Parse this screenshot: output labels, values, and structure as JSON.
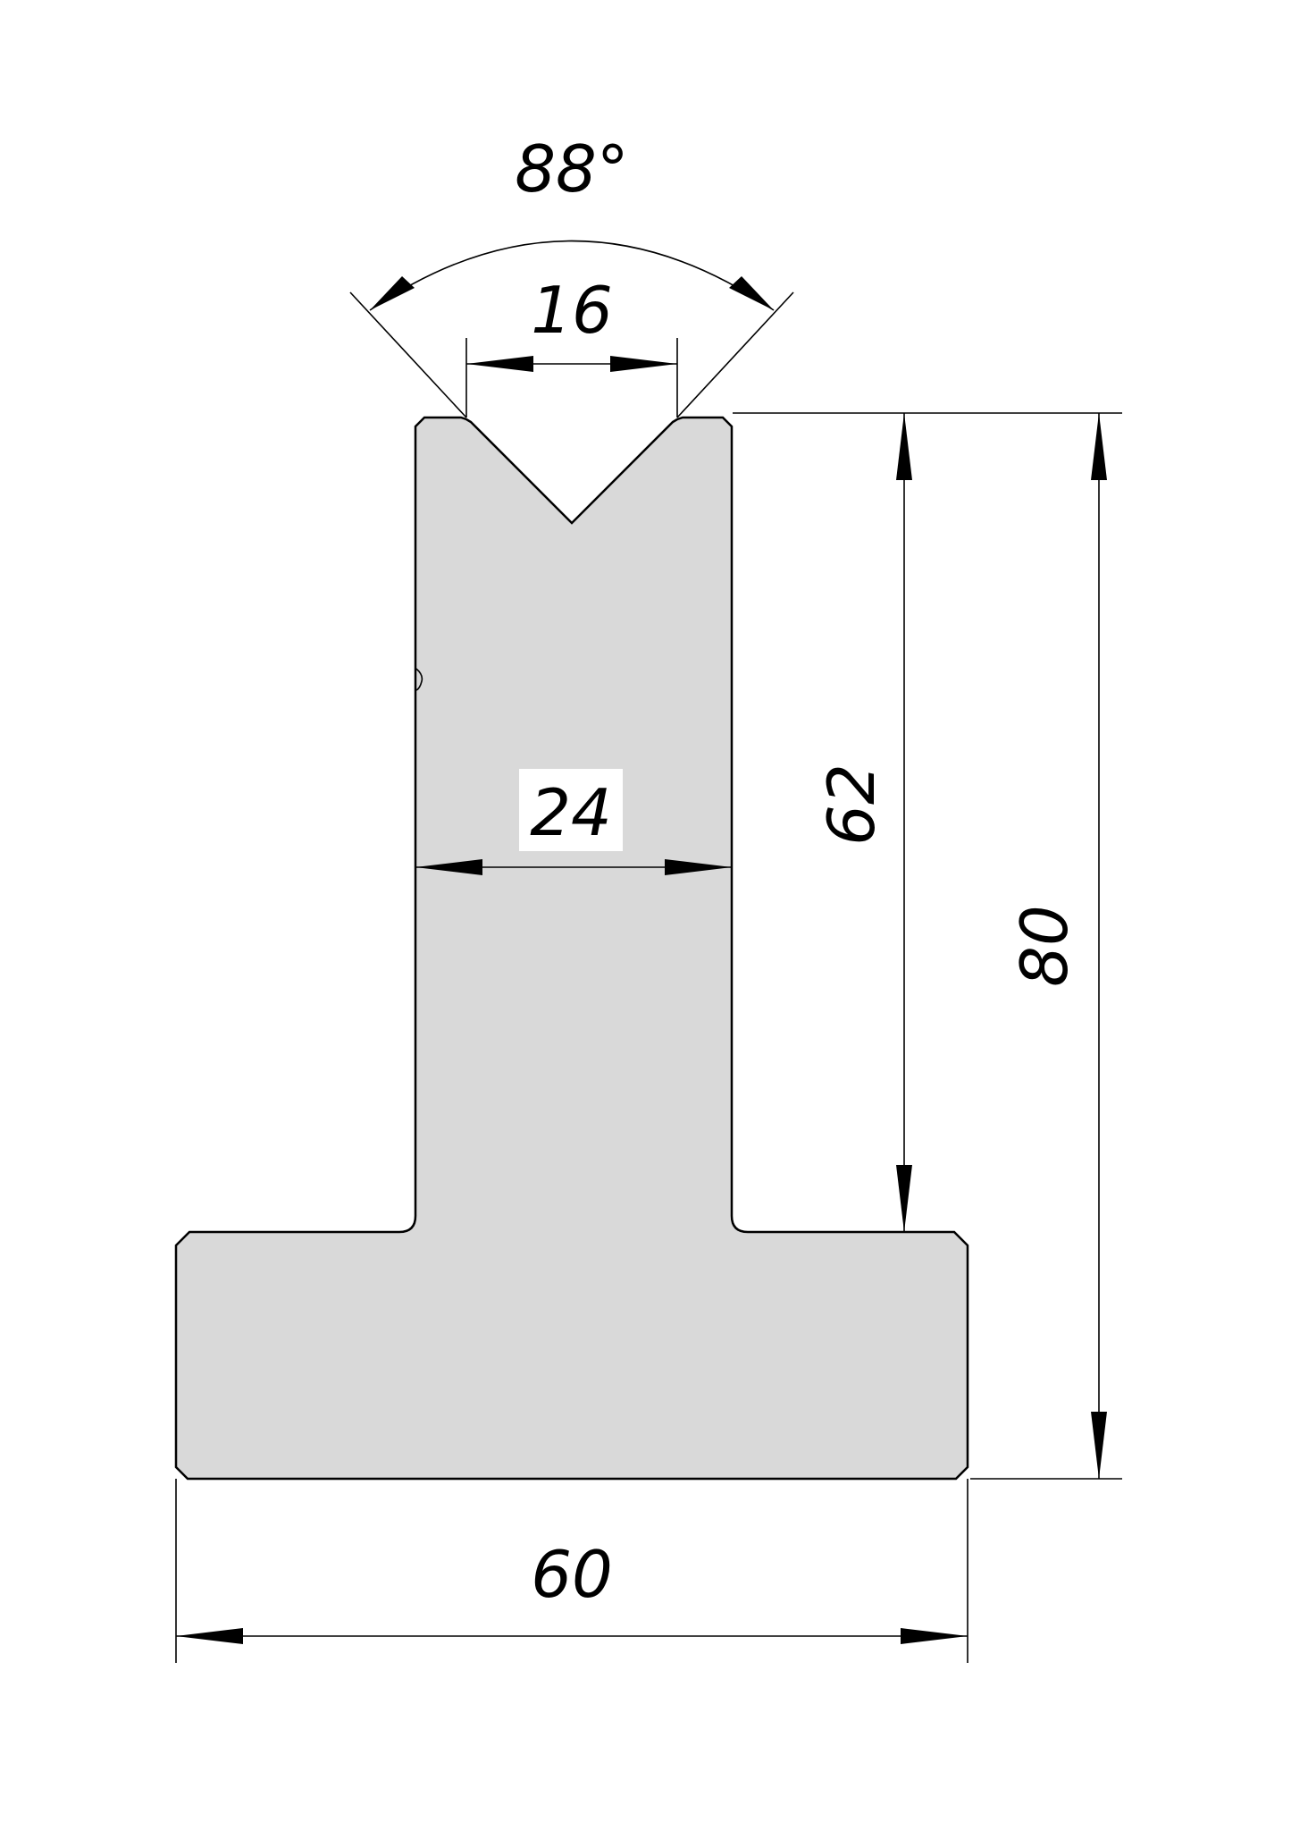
{
  "drawing": {
    "profile_fill": "#d9d9d9",
    "line_color": "#000000",
    "dimensions": {
      "v_angle": "88°",
      "v_opening": "16",
      "stem_width": "24",
      "stem_height": "62",
      "total_height": "80",
      "base_width": "60"
    }
  }
}
